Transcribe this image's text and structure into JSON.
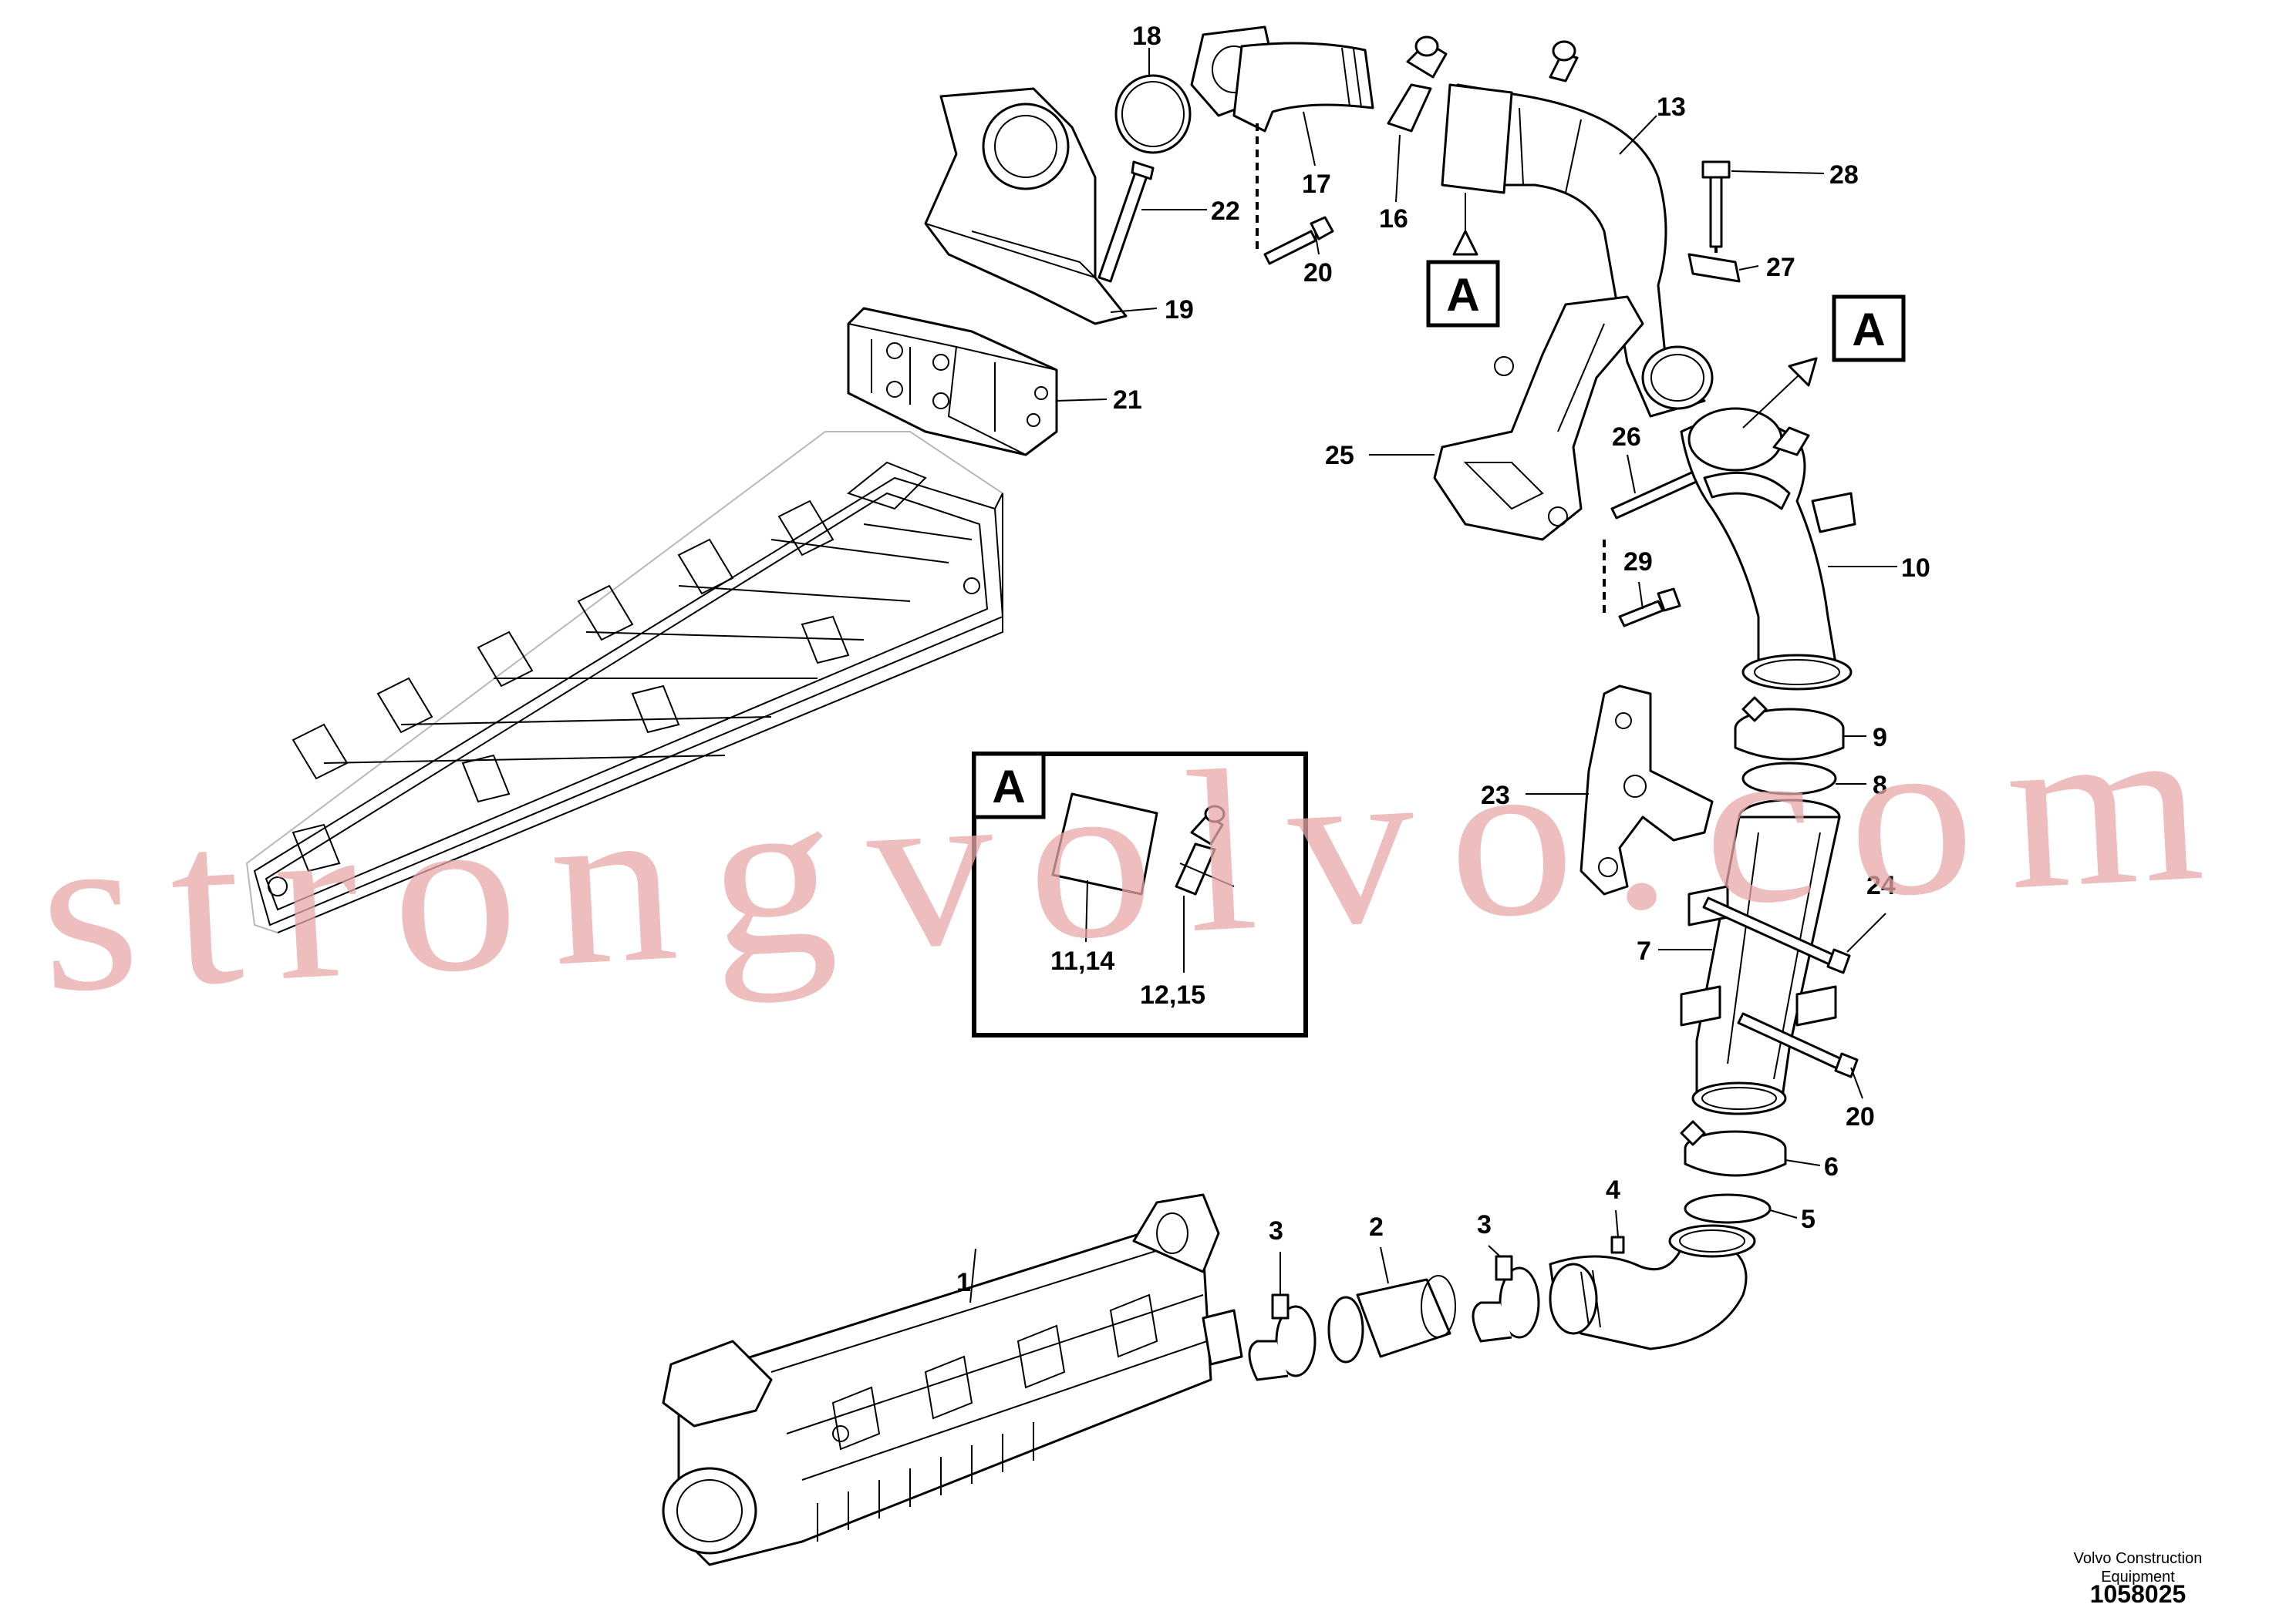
{
  "callouts": [
    "1",
    "2",
    "3",
    "3",
    "4",
    "5",
    "6",
    "7",
    "8",
    "9",
    "10",
    "13",
    "16",
    "17",
    "18",
    "19",
    "20",
    "20",
    "21",
    "22",
    "23",
    "24",
    "25",
    "26",
    "27",
    "28",
    "29"
  ],
  "view_markers": [
    "A",
    "A"
  ],
  "detail": {
    "title": "A",
    "labels": [
      "11,14",
      "12,15"
    ]
  },
  "watermark": "strongvolvo.com",
  "footer": {
    "company": "Volvo Construction Equipment",
    "doc_number": "1058025"
  }
}
